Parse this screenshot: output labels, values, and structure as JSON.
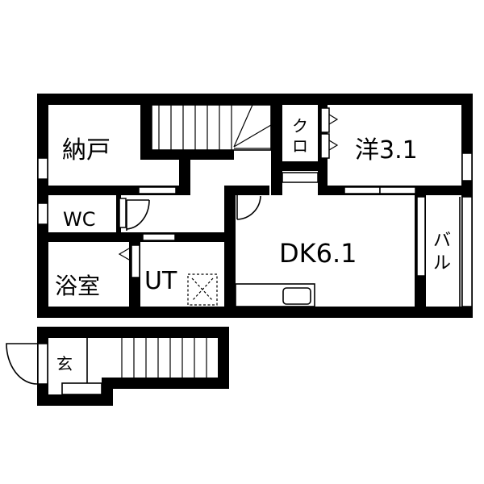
{
  "floor_plan": {
    "rooms": {
      "storage": {
        "label": "納戸"
      },
      "wc": {
        "label": "WC"
      },
      "bath": {
        "label": "浴室"
      },
      "utility": {
        "label": "UT"
      },
      "closet": {
        "label_line1": "ク",
        "label_line2": "ロ"
      },
      "western_room": {
        "label": "洋3.1"
      },
      "dining_kitchen": {
        "label": "DK6.1"
      },
      "balcony": {
        "label_line1": "バ",
        "label_line2": "ル"
      },
      "entrance": {
        "label": "玄"
      }
    },
    "colors": {
      "wall": "#000000",
      "background": "#ffffff"
    }
  }
}
